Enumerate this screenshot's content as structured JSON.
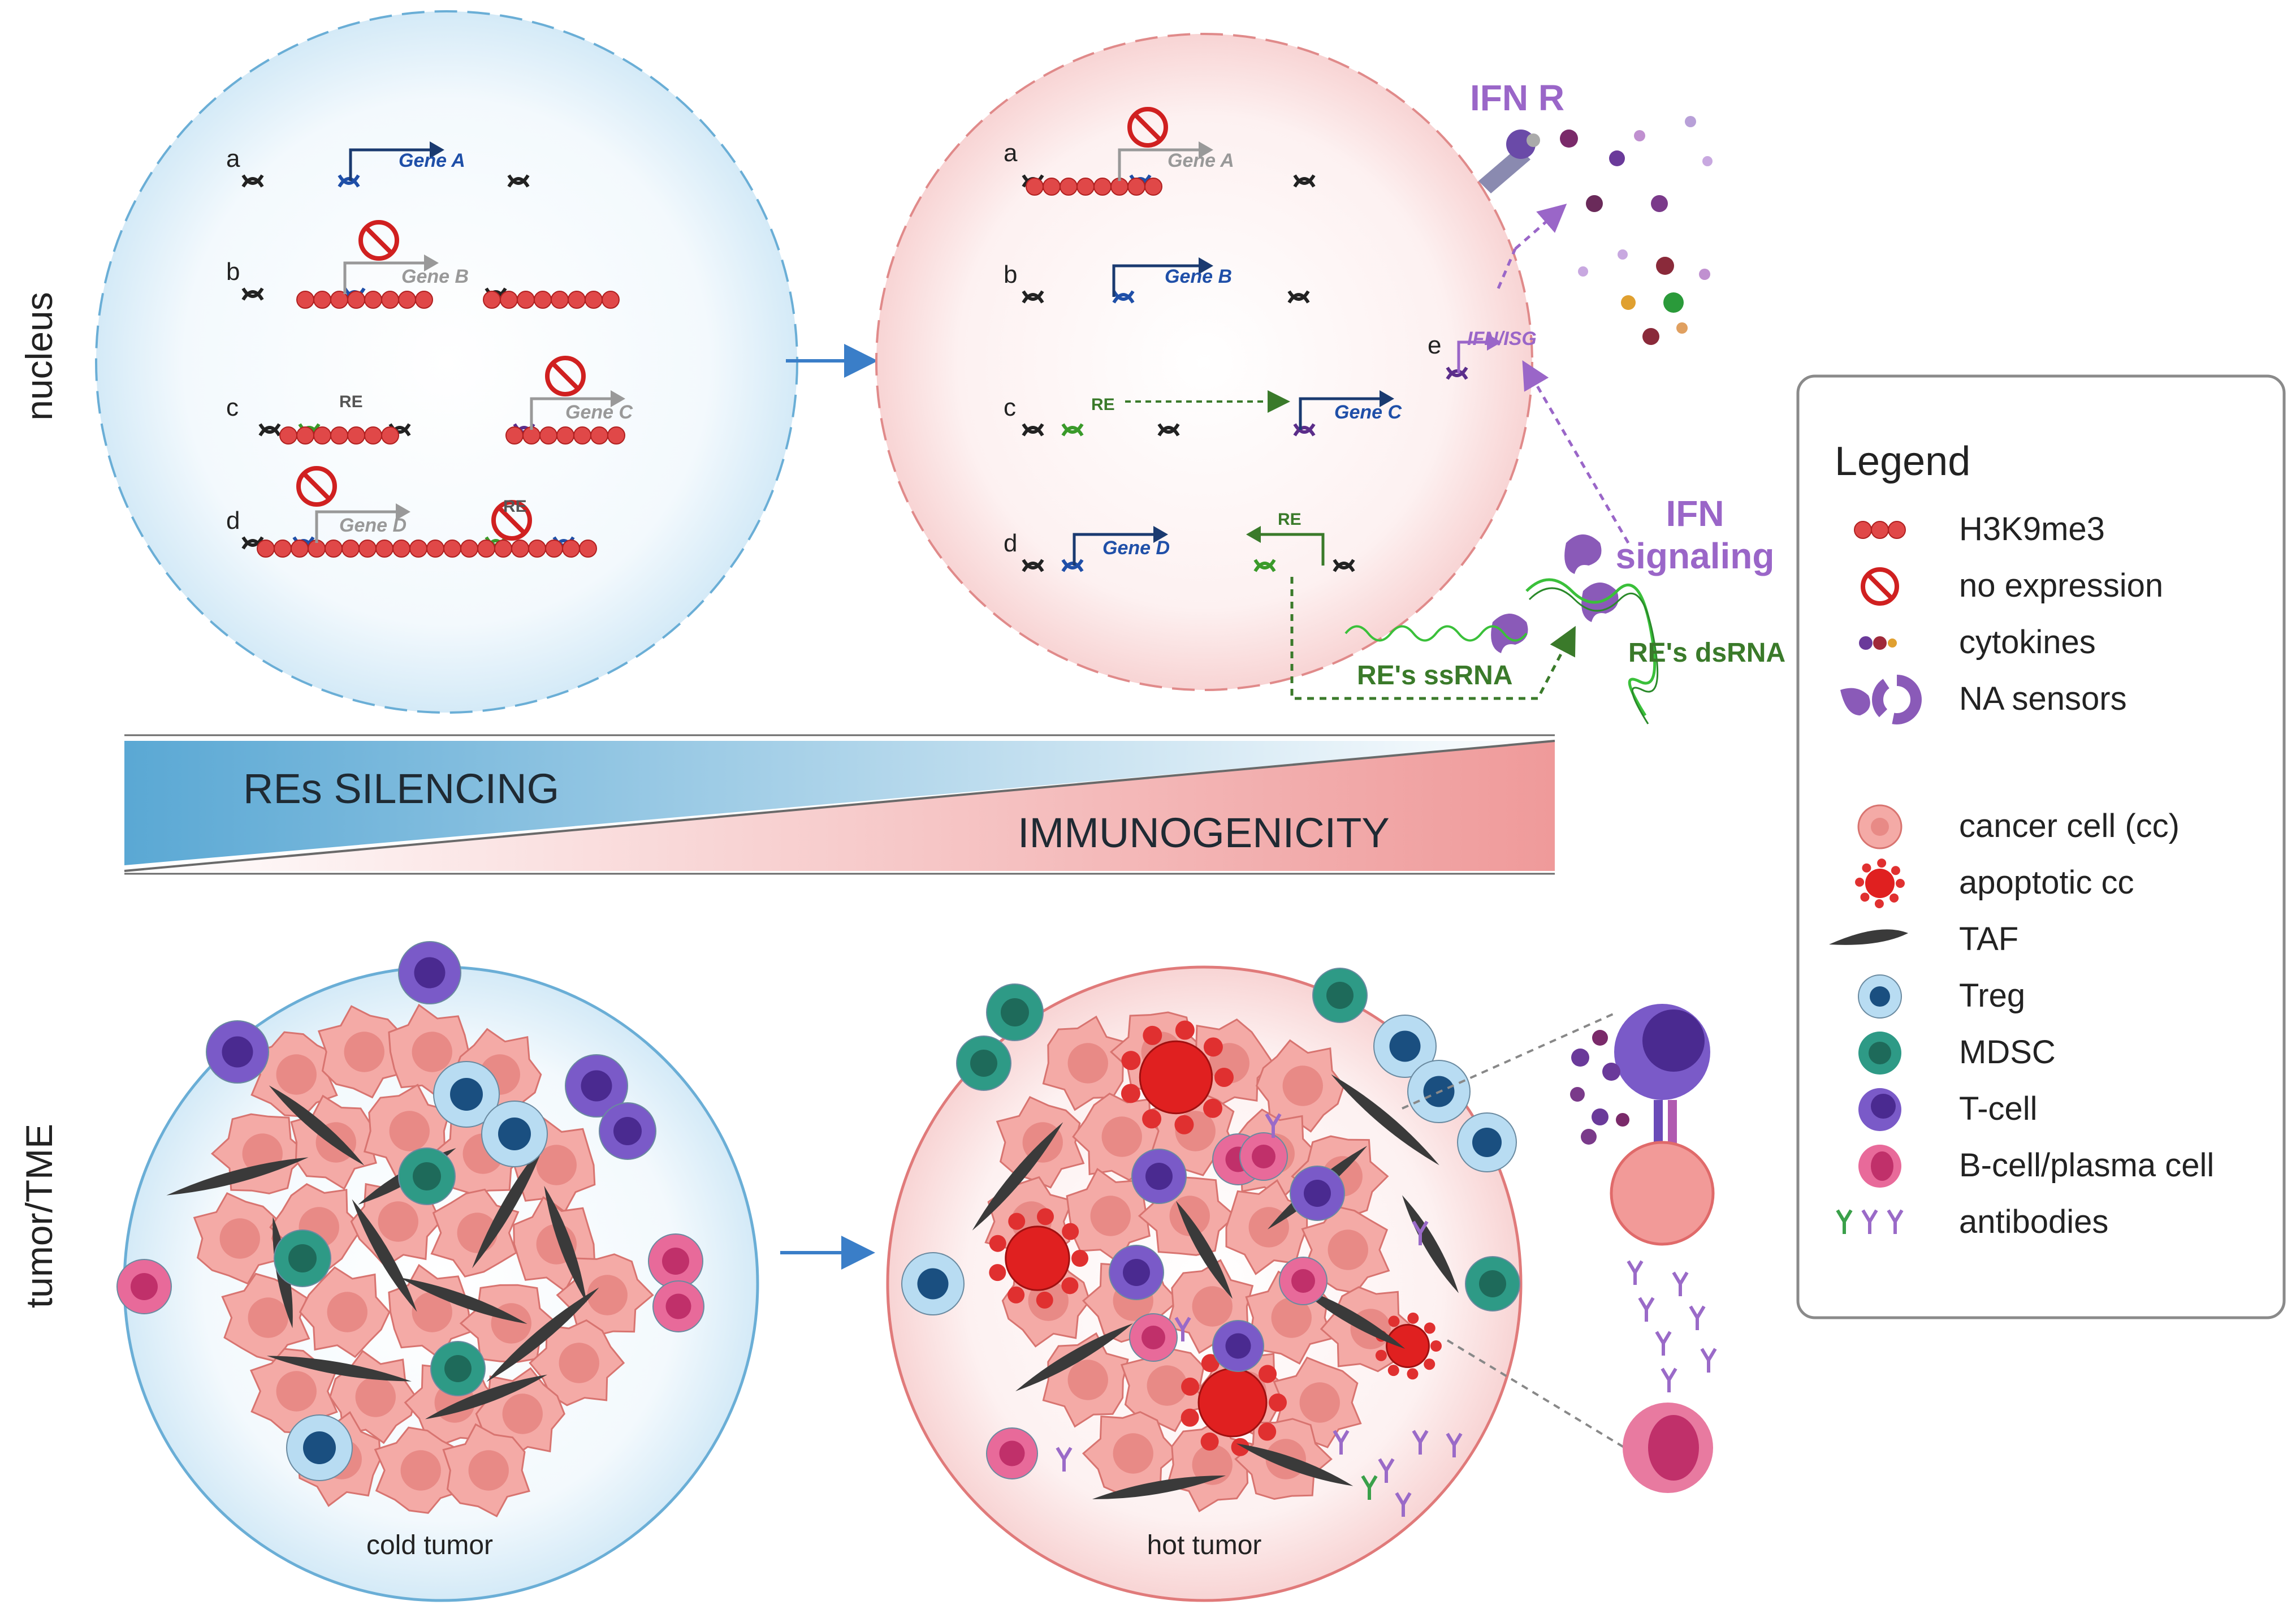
{
  "side_labels": {
    "top": "nucleus",
    "bottom": "tumor/TME"
  },
  "nucleus_left": {
    "rows": [
      {
        "letter": "a",
        "gene": "Gene A"
      },
      {
        "letter": "b",
        "gene": "Gene B"
      },
      {
        "letter": "c",
        "gene": "Gene C",
        "re": "RE"
      },
      {
        "letter": "d",
        "gene": "Gene D",
        "re": "RE"
      }
    ]
  },
  "nucleus_right": {
    "rows": [
      {
        "letter": "a",
        "gene": "Gene A"
      },
      {
        "letter": "b",
        "gene": "Gene B"
      },
      {
        "letter": "c",
        "gene": "Gene C",
        "re": "RE"
      },
      {
        "letter": "d",
        "gene": "Gene D",
        "re": "RE"
      }
    ],
    "row_e": {
      "letter": "e",
      "gene": "IFN/ISG"
    }
  },
  "signaling": {
    "ifn_r": "IFN R",
    "ifn_line1": "IFN",
    "ifn_line2": "signaling",
    "ssrna": "RE's ssRNA",
    "dsrna": "RE's dsRNA"
  },
  "gradient": {
    "silencing": "REs SILENCING",
    "immunogenicity": "IMMUNOGENICITY"
  },
  "tumor": {
    "cold": "cold tumor",
    "hot": "hot tumor"
  },
  "legend": {
    "title": "Legend",
    "items": [
      {
        "icon": "h3k9me3-icon",
        "label": "H3K9me3"
      },
      {
        "icon": "no-expression-icon",
        "label": "no expression"
      },
      {
        "icon": "cytokines-icon",
        "label": "cytokines"
      },
      {
        "icon": "na-sensors-icon",
        "label": "NA sensors"
      },
      {
        "icon": "cancer-cell-icon",
        "label": "cancer cell (cc)"
      },
      {
        "icon": "apoptotic-cell-icon",
        "label": "apoptotic cc"
      },
      {
        "icon": "taf-icon",
        "label": "TAF"
      },
      {
        "icon": "treg-icon",
        "label": "Treg"
      },
      {
        "icon": "mdsc-icon",
        "label": "MDSC"
      },
      {
        "icon": "t-cell-icon",
        "label": "T-cell"
      },
      {
        "icon": "b-cell-icon",
        "label": "B-cell/plasma cell"
      },
      {
        "icon": "antibodies-icon",
        "label": "antibodies"
      }
    ]
  },
  "colors": {
    "blue_circle": "#e8f4fb",
    "red_circle": "#fde8e8",
    "dna_black": "#222222",
    "dna_blue": "#1f4fa8",
    "dna_green": "#3a9a2a",
    "dna_purple": "#5b2d8a",
    "h3k9me3": "#e04848",
    "no_expr": "#d02020",
    "cancer": "#f2a4a0",
    "apoptotic": "#e02020",
    "taf": "#3a3a3a",
    "treg_body": "#b8dcf2",
    "treg_nucleus": "#1a4f80",
    "mdsc": "#2e9a86",
    "tcell": "#7a5ac8",
    "bcell": "#e86a9a",
    "antibody_purple": "#9a6ac8",
    "antibody_green": "#3aa04a",
    "ifn_purple": "#9a66c8",
    "legend_border": "#8a8a8a"
  }
}
